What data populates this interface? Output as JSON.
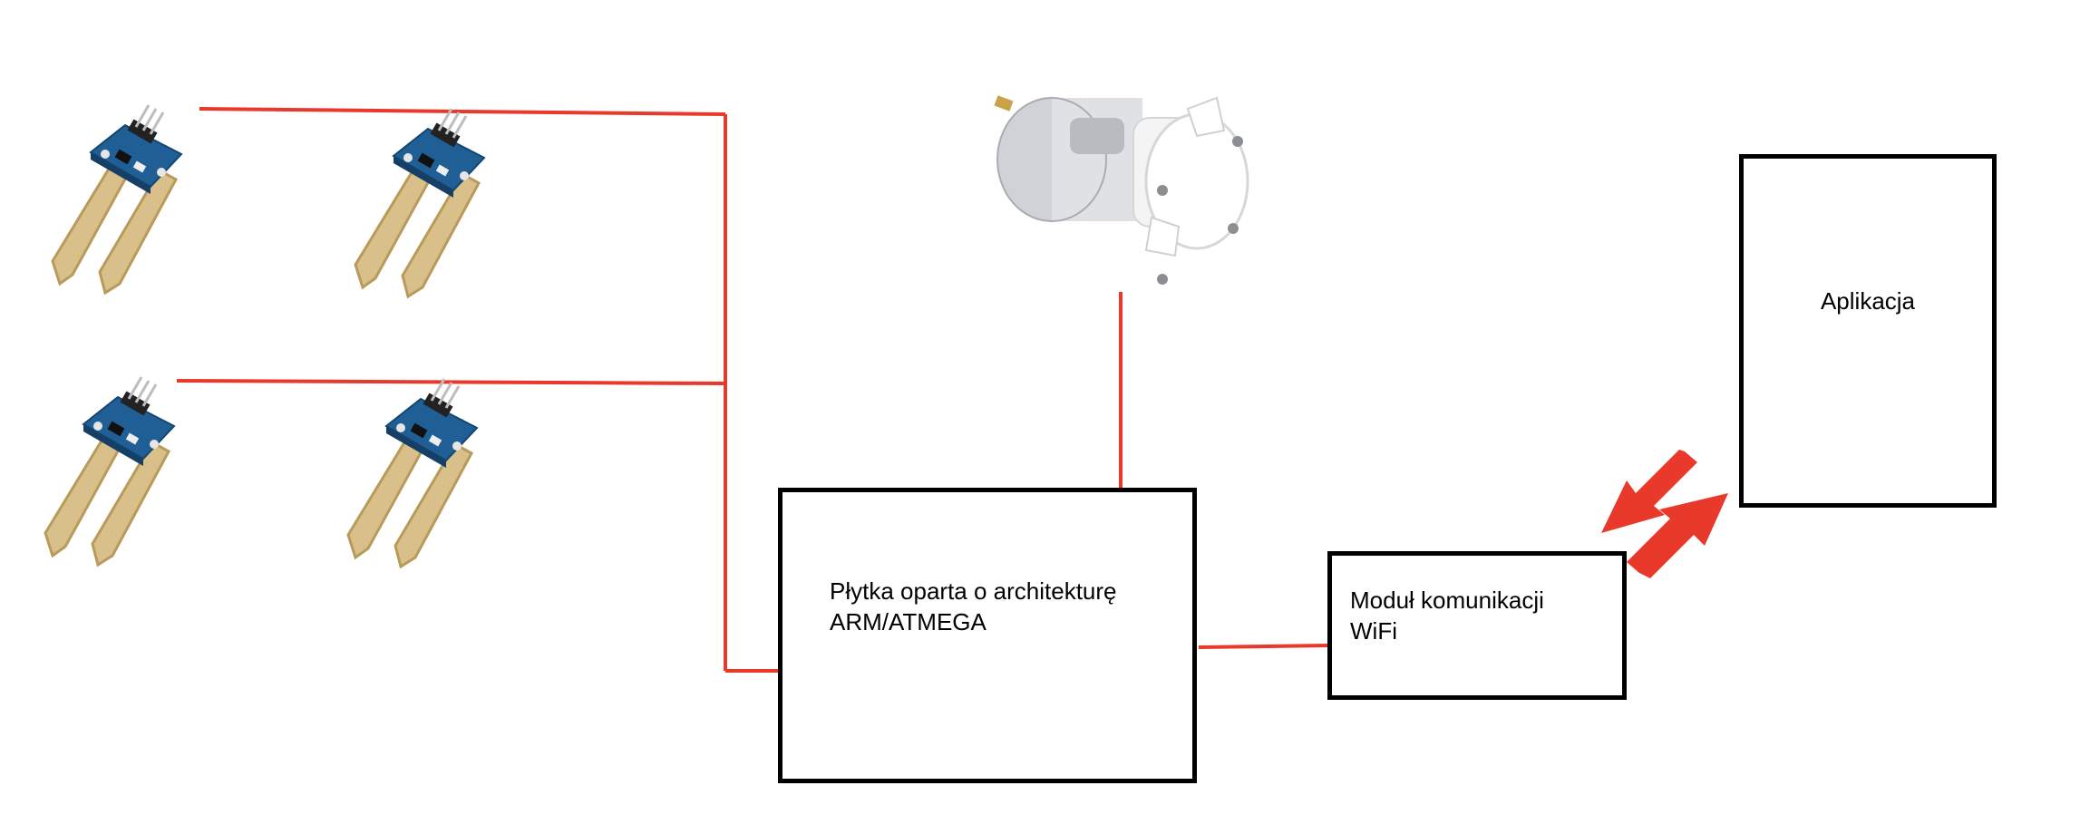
{
  "boxes": {
    "board": {
      "line1": "Płytka oparta o architekturę",
      "line2": "ARM/ATMEGA"
    },
    "wifi": {
      "line1": "Moduł komunikacji",
      "line2": "WiFi"
    },
    "app": {
      "label": "Aplikacja"
    }
  },
  "components": [
    {
      "name": "soil-moisture-sensor",
      "count": 4
    },
    {
      "name": "water-pump",
      "count": 1
    }
  ],
  "colors": {
    "wire": "#e8392a",
    "box_border": "#000000",
    "pcb": "#1f5f96",
    "probe": "#d9c08a",
    "probe_edge": "#b89a5a",
    "arrow": "#e8392a"
  }
}
